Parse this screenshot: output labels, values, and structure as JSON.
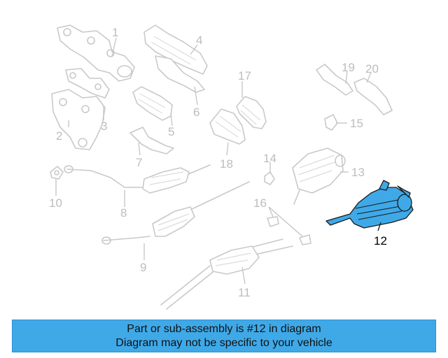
{
  "callouts": [
    "1",
    "2",
    "3",
    "4",
    "5",
    "6",
    "7",
    "8",
    "9",
    "10",
    "11",
    "12",
    "13",
    "14",
    "15",
    "16",
    "17",
    "18",
    "19",
    "20"
  ],
  "highlighted_part": "12",
  "colors": {
    "highlight": "#3fa9e8",
    "banner": "#3fa9e8",
    "greyed": "#c9c9c9"
  },
  "banner": {
    "line1": "Part or sub-assembly is #12 in diagram",
    "line2": "Diagram may not be specific to your vehicle"
  }
}
